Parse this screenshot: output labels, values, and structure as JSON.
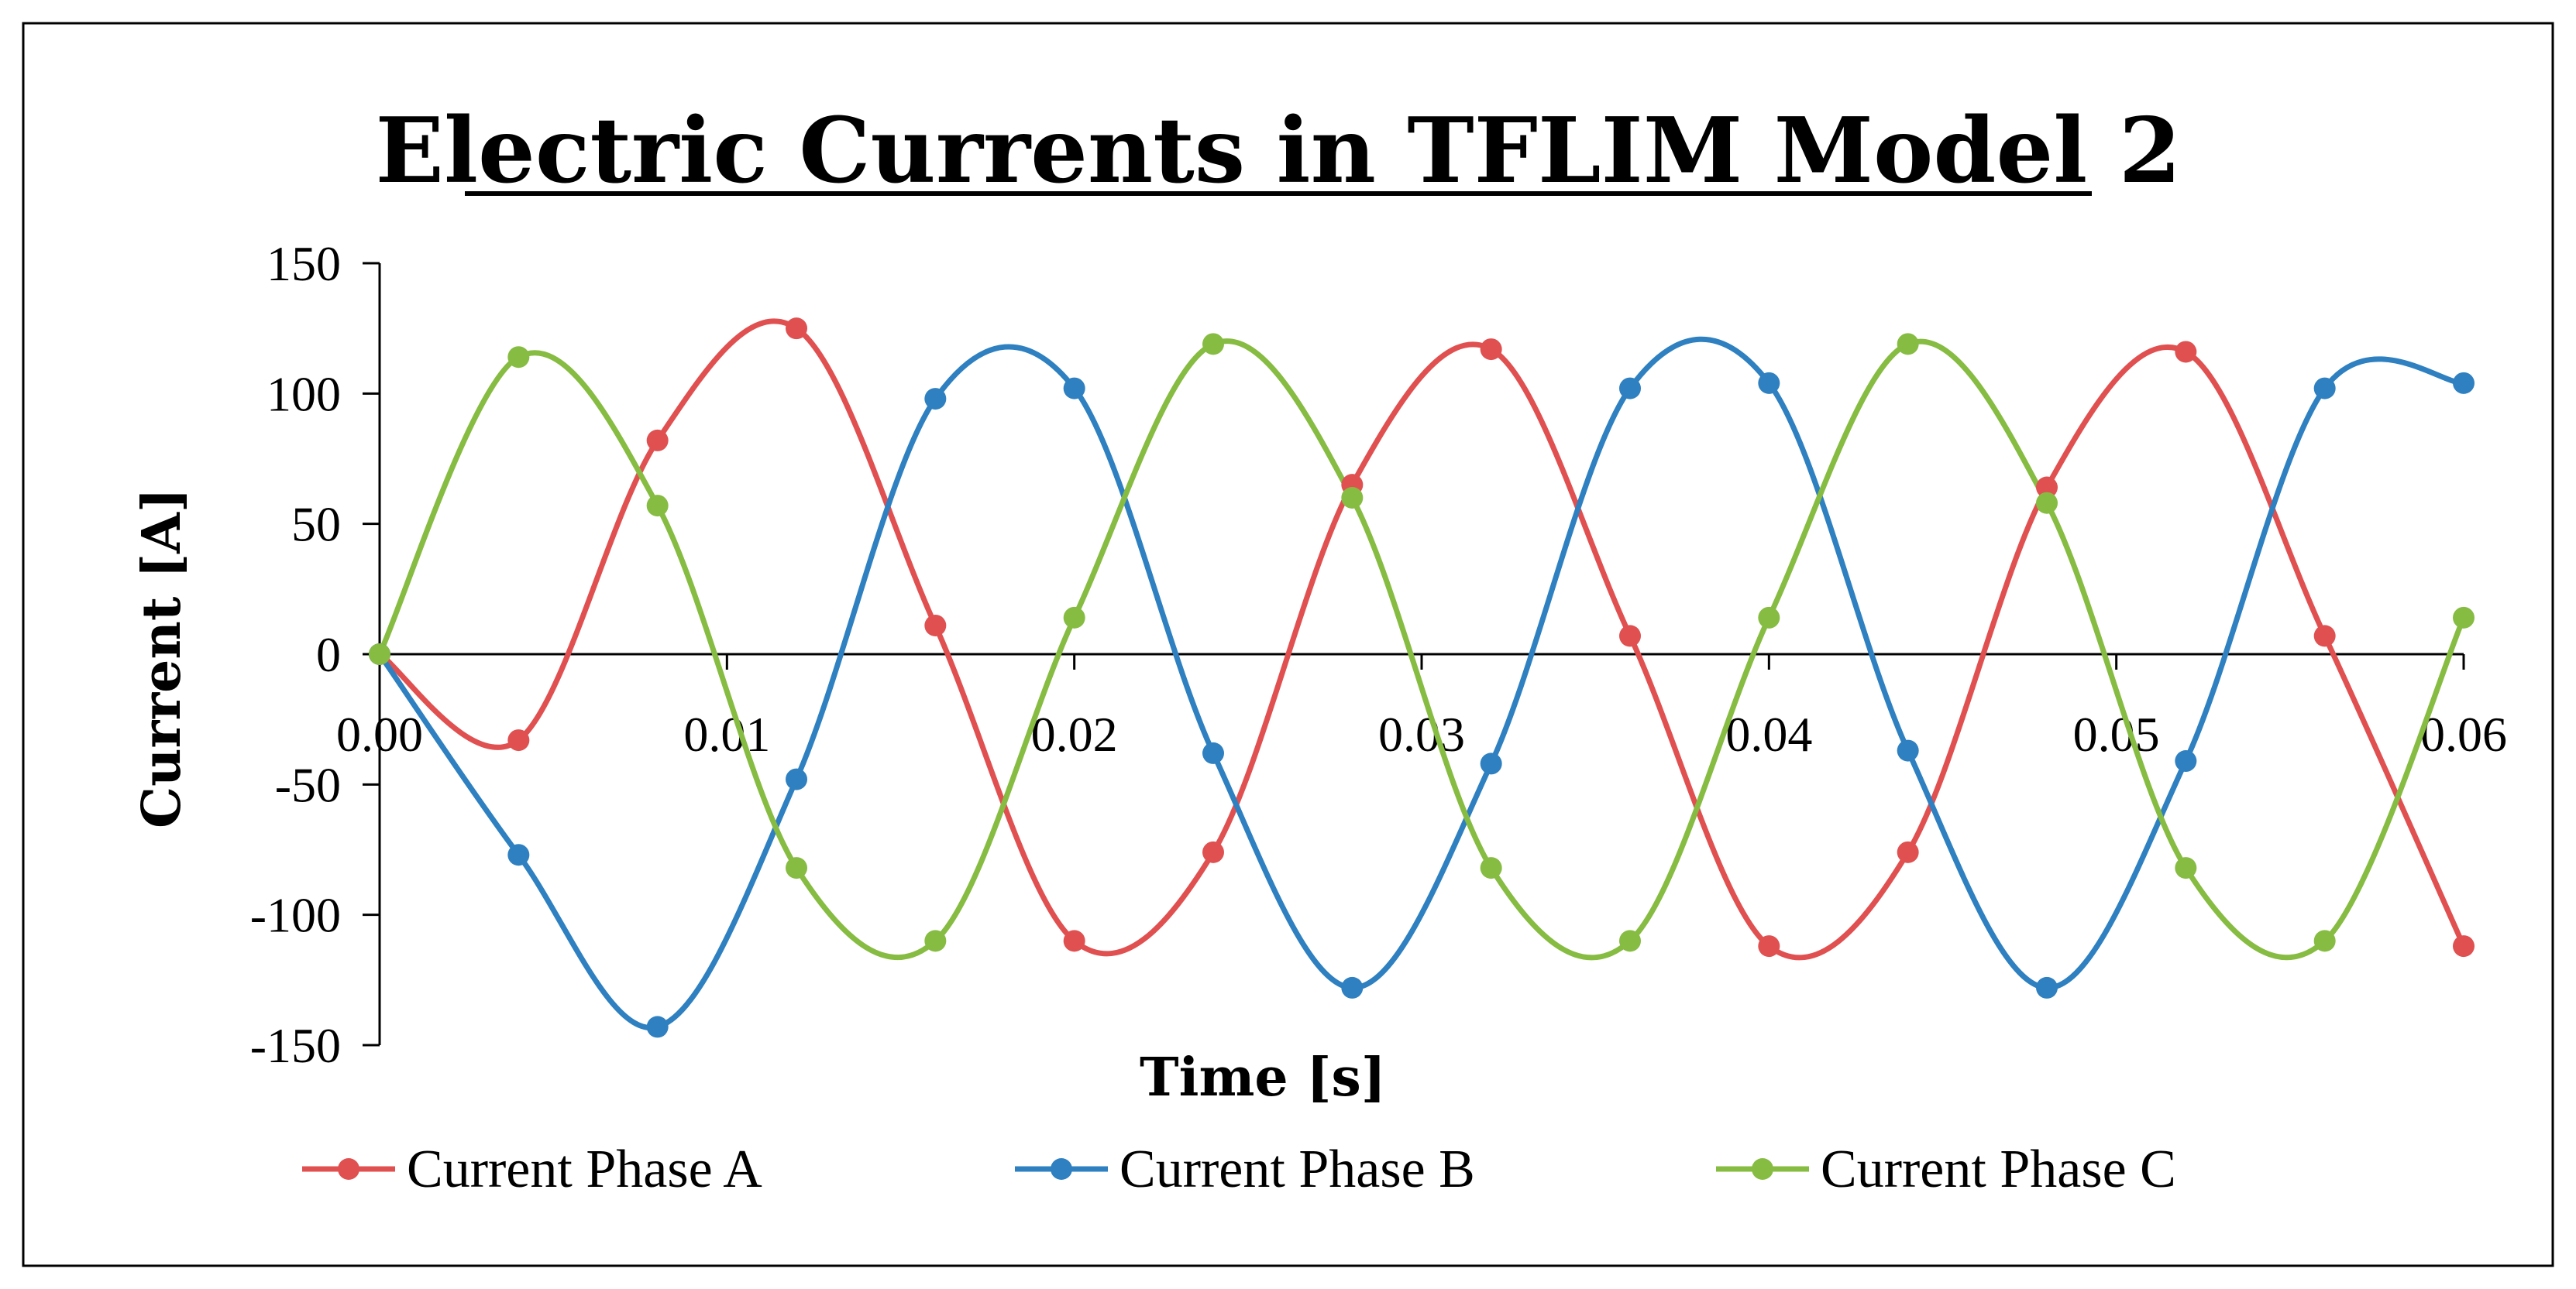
{
  "chart_data": {
    "type": "line",
    "title": "Electric Currents in TFLIM Model 2",
    "xlabel": "Time [s]",
    "ylabel": "Current [A]",
    "xlim": [
      0,
      0.06
    ],
    "ylim": [
      -150,
      150
    ],
    "x_ticks": [
      "0.00",
      "0.01",
      "0.02",
      "0.03",
      "0.04",
      "0.05",
      "0.06"
    ],
    "y_ticks": [
      "150",
      "100",
      "50",
      "0",
      "-50",
      "-100",
      "-150"
    ],
    "grid": false,
    "legend_position": "bottom",
    "x": [
      0,
      0.004,
      0.008,
      0.012,
      0.016,
      0.02,
      0.024,
      0.028,
      0.032,
      0.036,
      0.04,
      0.044,
      0.048,
      0.052,
      0.056,
      0.06
    ],
    "series": [
      {
        "name": "Current Phase A",
        "color": "#e05050",
        "values": [
          0,
          -33,
          82,
          125,
          11,
          -110,
          -76,
          65,
          117,
          7,
          -112,
          -76,
          64,
          116,
          7,
          -112
        ]
      },
      {
        "name": "Current Phase B",
        "color": "#2e80c0",
        "values": [
          0,
          -77,
          -143,
          -48,
          98,
          102,
          -38,
          -128,
          -42,
          102,
          104,
          -37,
          -128,
          -41,
          102,
          104
        ]
      },
      {
        "name": "Current Phase C",
        "color": "#86bc42",
        "values": [
          0,
          114,
          57,
          -82,
          -110,
          14,
          119,
          60,
          -82,
          -110,
          14,
          119,
          58,
          -82,
          -110,
          14
        ]
      }
    ]
  }
}
